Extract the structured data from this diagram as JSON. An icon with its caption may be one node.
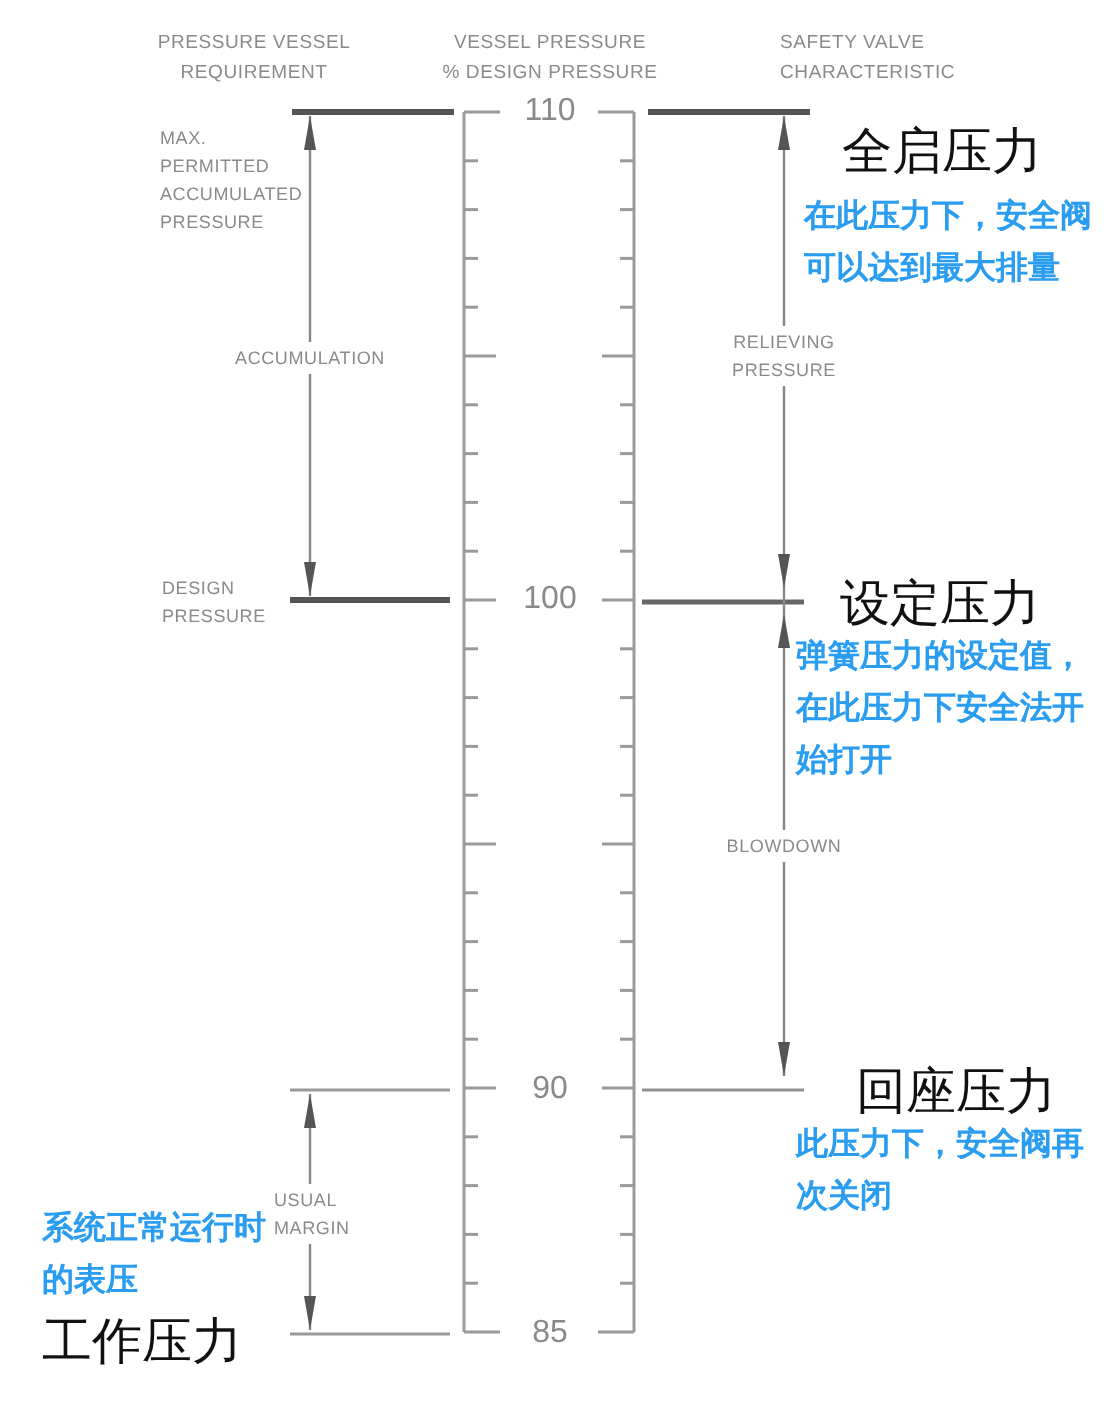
{
  "diagram": {
    "labels": [
      "PRESSURE VESSEL REQUIREMENT",
      "VESSEL PRESSURE % DESIGN PRESSURE",
      "SAFETY VALVE CHARACTERISTIC",
      "110",
      "MAX. PERMITTED ACCUMULATED PRESSURE",
      "全启压力",
      "在此压力下，安全阀可以达到最大排量",
      "ACCUMULATION",
      "RELIEVING PRESSURE",
      "DESIGN PRESSURE",
      "100",
      "设定压力",
      "弹簧压力的设定值，在此压力下安全法开始打开",
      "BLOWDOWN",
      "90",
      "回座压力",
      "此压力下，安全阀再次关闭",
      "USUAL MARGIN",
      "系统正常运行时的表压",
      "85",
      "工作压力"
    ]
  }
}
